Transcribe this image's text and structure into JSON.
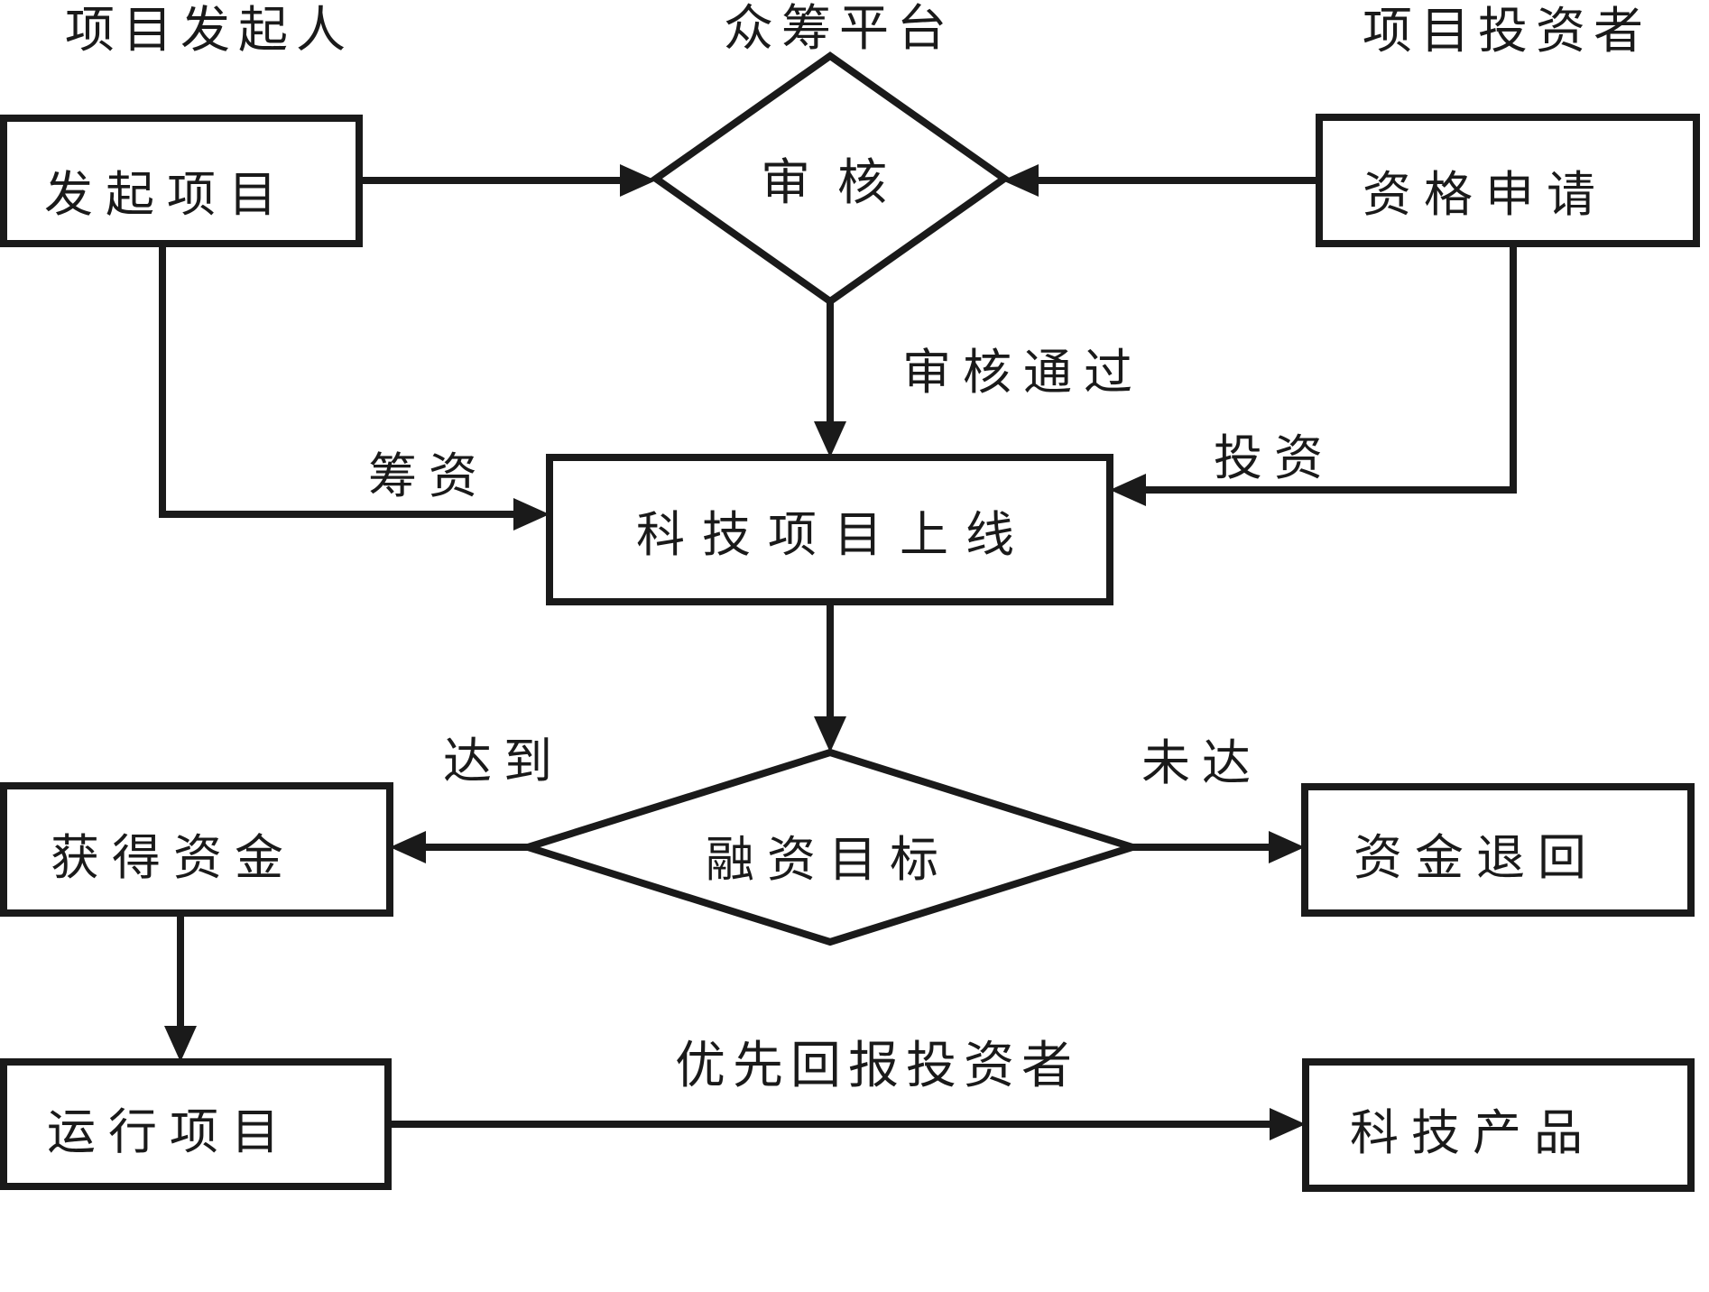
{
  "diagram": {
    "colors": {
      "stroke": "#1a1a1a",
      "background": "#ffffff"
    },
    "actors": {
      "initiator": "项目发起人",
      "platform": "众筹平台",
      "investor": "项目投资者"
    },
    "nodes": {
      "initiate_project": "发起项目",
      "review": "审核",
      "qualification_application": "资格申请",
      "tech_project_online": "科技项目上线",
      "financing_goal": "融资目标",
      "obtain_funds": "获得资金",
      "funds_returned": "资金退回",
      "run_project": "运行项目",
      "tech_products": "科技产品"
    },
    "edge_labels": {
      "review_passed": "审核通过",
      "fundraising": "筹资",
      "invest": "投资",
      "reached": "达到",
      "not_reached": "未达",
      "priority_return_investors": "优先回报投资者"
    }
  }
}
